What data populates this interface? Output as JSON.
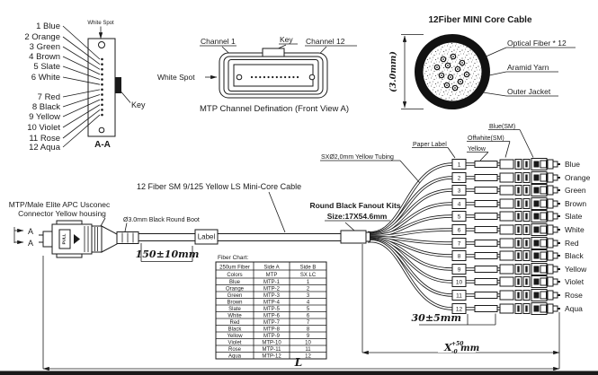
{
  "colors": {
    "ink": "#1a1a1a",
    "background": "#ffffff"
  },
  "aa_view": {
    "white_spot_label": "White Spot",
    "key_label": "Key",
    "section_label": "A-A",
    "fiber_labels": [
      "1 Blue",
      "2 Orange",
      "3 Green",
      "4 Brown",
      "5 Slate",
      "6 White",
      "7 Red",
      "8 Black",
      "9 Yellow",
      "10 Violet",
      "11 Rose",
      "12 Aqua"
    ]
  },
  "mtp_front_view": {
    "channel1_label": "Channel 1",
    "key_label": "Key",
    "channel12_label": "Channel 12",
    "white_spot_label": "White Spot",
    "title": "MTP Channel Defination (Front View A)"
  },
  "mini_core_cable": {
    "title": "12Fiber MINI Core Cable",
    "diameter_label": "(3.0mm)",
    "optical_fiber_label": "Optical Fiber * 12",
    "aramid_yarn_label": "Aramid Yarn",
    "outer_jacket_label": "Outer Jacket"
  },
  "assembly": {
    "section_marker": "A",
    "connector_label_line1": "MTP/Male Elite APC Usconec",
    "connector_label_line2": "Connector Yellow housing",
    "connector_pull_text": "PULL",
    "boot_label": "Ø3.0mm Black Round Boot",
    "cable_label": "12 Fiber SM 9/125 Yellow LS Mini-Core Cable",
    "label_box_text": "Label",
    "dim_connector_to_label": "150±10mm",
    "fanout_label_line1": "Round Black Fanout Kits",
    "fanout_label_line2": "Size:17X54.6mm",
    "tubing_label": "SXØ2,0mm Yellow Tubing",
    "paper_label_text": "Paper Label",
    "yellow_label": "Yellow",
    "offwhite_label": "Offwhite(SM)",
    "blue_sm_label": "Blue(SM)",
    "dim_label_to_connector": "30±5mm",
    "dim_x_base": "X",
    "dim_x_sup": "+50",
    "dim_x_sub": "-0",
    "dim_x_unit": "mm",
    "dim_total_label": "L"
  },
  "fiber_chart": {
    "title": "Fiber Chart:",
    "headers": [
      [
        "250um Fiber",
        "Colors"
      ],
      [
        "Side A",
        "MTP"
      ],
      [
        "Side B",
        "SX LC"
      ]
    ],
    "rows": [
      {
        "color": "Blue",
        "side_a": "MTP-1",
        "side_b": "1"
      },
      {
        "color": "Orange",
        "side_a": "MTP-2",
        "side_b": "2"
      },
      {
        "color": "Green",
        "side_a": "MTP-3",
        "side_b": "3"
      },
      {
        "color": "Brown",
        "side_a": "MTP-4",
        "side_b": "4"
      },
      {
        "color": "Slate",
        "side_a": "MTP-5",
        "side_b": "5"
      },
      {
        "color": "White",
        "side_a": "MTP-6",
        "side_b": "6"
      },
      {
        "color": "Red",
        "side_a": "MTP-7",
        "side_b": "7"
      },
      {
        "color": "Black",
        "side_a": "MTP-8",
        "side_b": "8"
      },
      {
        "color": "Yellow",
        "side_a": "MTP-9",
        "side_b": "9"
      },
      {
        "color": "Violet",
        "side_a": "MTP-10",
        "side_b": "10"
      },
      {
        "color": "Rose",
        "side_a": "MTP-11",
        "side_b": "11"
      },
      {
        "color": "Aqua",
        "side_a": "MTP-12",
        "side_b": "12"
      }
    ]
  },
  "fanout": {
    "branches": [
      {
        "num": "1",
        "color": "Blue"
      },
      {
        "num": "2",
        "color": "Orange"
      },
      {
        "num": "3",
        "color": "Green"
      },
      {
        "num": "4",
        "color": "Brown"
      },
      {
        "num": "5",
        "color": "Slate"
      },
      {
        "num": "6",
        "color": "White"
      },
      {
        "num": "7",
        "color": "Red"
      },
      {
        "num": "8",
        "color": "Black"
      },
      {
        "num": "9",
        "color": "Yellow"
      },
      {
        "num": "10",
        "color": "Violet"
      },
      {
        "num": "11",
        "color": "Rose"
      },
      {
        "num": "12",
        "color": "Aqua"
      }
    ]
  }
}
